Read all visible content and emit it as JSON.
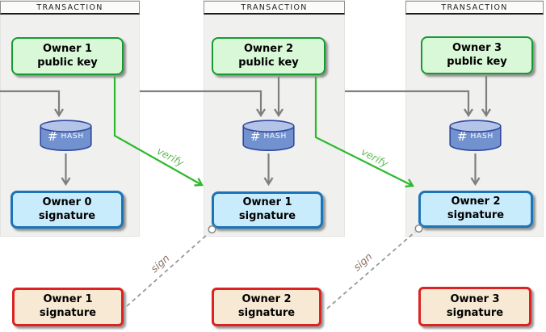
{
  "diagram": {
    "type": "blockchain-transaction-chain",
    "transactions": [
      {
        "label": "TRANSACTION",
        "public_key": {
          "line1": "Owner 1",
          "line2": "public key"
        },
        "hash_symbol": "#",
        "hash_label": "HASH",
        "signature": {
          "line1": "Owner 0",
          "line2": "signature"
        }
      },
      {
        "label": "TRANSACTION",
        "public_key": {
          "line1": "Owner 2",
          "line2": "public key"
        },
        "hash_symbol": "#",
        "hash_label": "HASH",
        "signature": {
          "line1": "Owner 1",
          "line2": "signature"
        }
      },
      {
        "label": "TRANSACTION",
        "public_key": {
          "line1": "Owner 3",
          "line2": "public key"
        },
        "hash_symbol": "#",
        "hash_label": "HASH",
        "signature": {
          "line1": "Owner 2",
          "line2": "signature"
        }
      }
    ],
    "owner_signatures": [
      {
        "line1": "Owner 1",
        "line2": "signature"
      },
      {
        "line1": "Owner 2",
        "line2": "signature"
      },
      {
        "line1": "Owner 3",
        "line2": "signature"
      }
    ],
    "verify_labels": [
      "verify",
      "verify"
    ],
    "sign_labels": [
      "sign",
      "sign"
    ],
    "colors": {
      "panel_bg": "#f0f0ee",
      "public_key_fill": "#d9f8d7",
      "public_key_border": "#179a33",
      "tx_signature_fill": "#c9ecfc",
      "tx_signature_border": "#1b74b8",
      "owner_signature_fill": "#f7e9d4",
      "owner_signature_border": "#dd2222",
      "hash_cylinder_fill": "#7292cf",
      "hash_cylinder_top": "#b4c4e8",
      "hash_cylinder_outline": "#31479e",
      "arrow_gray": "#7f7f7f",
      "verify_green": "#2db92d",
      "sign_dash_gray": "#999999"
    }
  }
}
